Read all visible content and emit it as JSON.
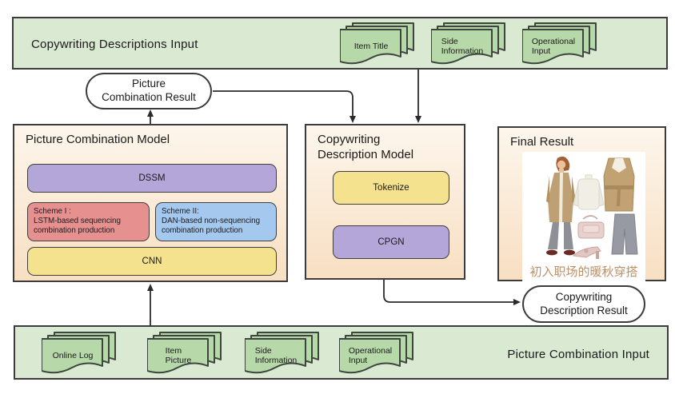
{
  "top_banner": {
    "label": "Copywriting Descriptions Input",
    "documents": [
      {
        "label": "Item Title"
      },
      {
        "label": "Side\nInformation"
      },
      {
        "label": "Operational\nInput"
      }
    ]
  },
  "pills": {
    "picture_result": "Picture\nCombination Result",
    "description_result": "Copywriting\nDescription Result"
  },
  "picture_model": {
    "title": "Picture Combination Model",
    "dssm": "DSSM",
    "scheme1": "Scheme I :\nLSTM-based sequencing\ncombination production",
    "scheme2": "Scheme II:\nDAN-based non-sequencing\ncombination production",
    "cnn": "CNN"
  },
  "copywriting_model": {
    "title": "Copywriting\nDescription Model",
    "tokenize": "Tokenize",
    "cpgn": "CPGN"
  },
  "final_result": {
    "title": "Final Result",
    "caption": "初入职场的暖秋穿搭"
  },
  "bottom_banner": {
    "label": "Picture Combination Input",
    "documents": [
      {
        "label": "Online Log"
      },
      {
        "label": "Item\nPicture"
      },
      {
        "label": "Side\nInformation"
      },
      {
        "label": "Operational\nInput"
      }
    ]
  },
  "colors": {
    "banner_green": "#d9e9d2",
    "doc_green": "#b7d8a8",
    "purple": "#b4a6d9",
    "yellow": "#f5e28e",
    "salmon": "#e69090",
    "blue": "#a5c8ef",
    "box_grad_top": "#fdf6ec",
    "box_grad_bottom": "#f8dfc2",
    "line_dark": "#2b2b2b",
    "caption_tan": "#bb9067"
  }
}
